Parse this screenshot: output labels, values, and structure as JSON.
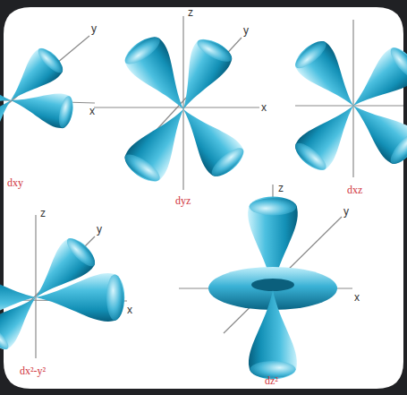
{
  "diagram": {
    "labels": [
      "y",
      "x",
      "dxy",
      "z",
      "y",
      "x",
      "dyz",
      "dxz",
      "z",
      "y",
      "x",
      "dx²-y²",
      "z",
      "y",
      "x",
      "dz²"
    ]
  }
}
